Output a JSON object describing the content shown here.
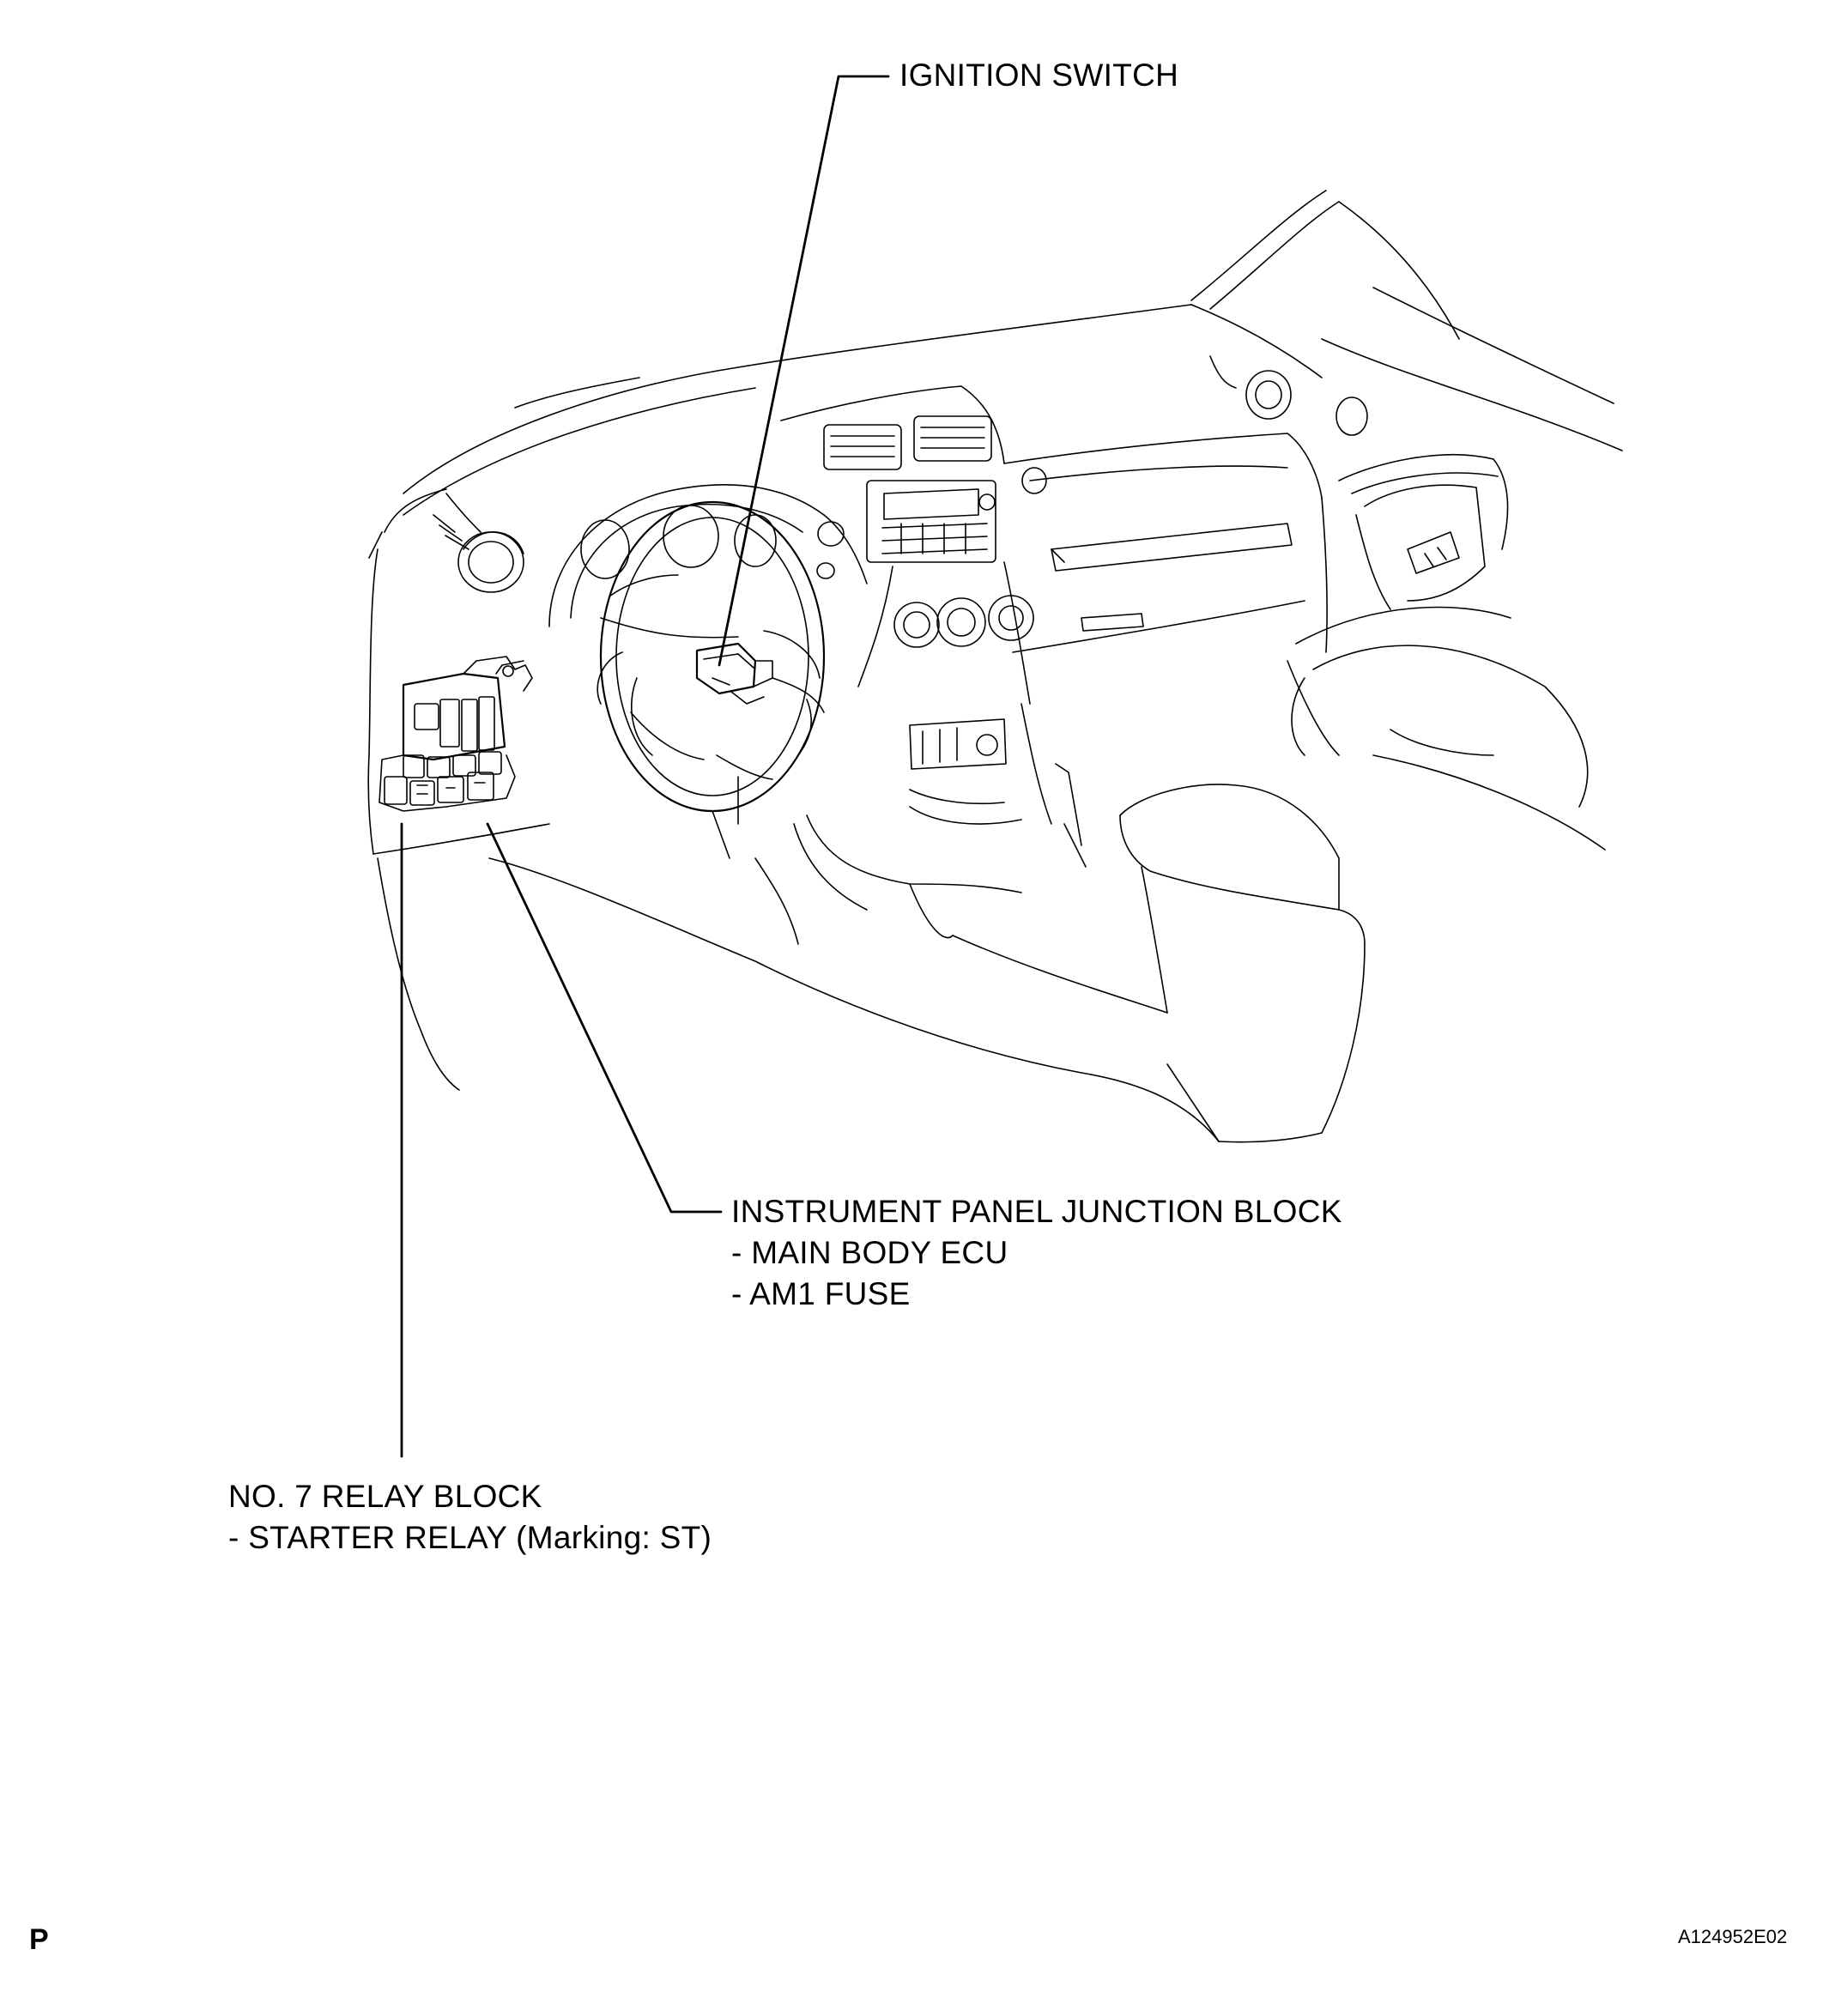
{
  "labels": {
    "ignition_switch": "IGNITION SWITCH",
    "instrument_panel_junction_block": {
      "title": "INSTRUMENT PANEL JUNCTION BLOCK",
      "items": [
        "- MAIN BODY ECU",
        "- AM1 FUSE"
      ]
    },
    "relay_block": {
      "title": "NO. 7 RELAY BLOCK",
      "items": [
        "- STARTER RELAY (Marking: ST)"
      ]
    }
  },
  "corner_mark": "P",
  "figure_id": "A124952E02",
  "colors": {
    "line": "#000000",
    "background": "#ffffff"
  }
}
